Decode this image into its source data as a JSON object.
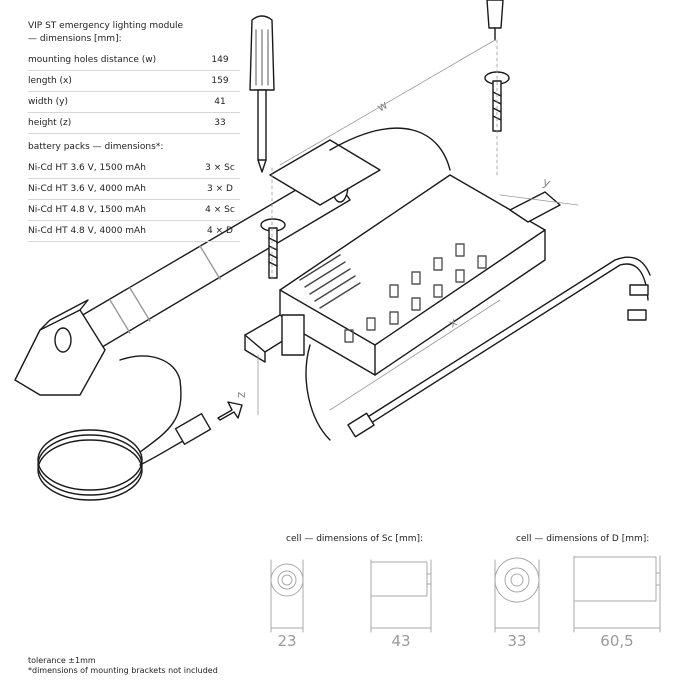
{
  "spec": {
    "title_line1": "VIP ST emergency lighting module",
    "title_line2": "— dimensions [mm]:",
    "dimensions": [
      {
        "label": "mounting holes distance (w)",
        "value": "149"
      },
      {
        "label": "length (x)",
        "value": "159"
      },
      {
        "label": "width (y)",
        "value": "41"
      },
      {
        "label": "height (z)",
        "value": "33"
      }
    ],
    "battery_title": "battery packs — dimensions*:",
    "battery_packs": [
      {
        "label": "Ni-Cd HT 3.6 V, 1500 mAh",
        "value": "3 × Sc"
      },
      {
        "label": "Ni-Cd HT 3.6 V, 4000 mAh",
        "value": "3 × D"
      },
      {
        "label": "Ni-Cd HT 4.8 V, 1500 mAh",
        "value": "4 × Sc"
      },
      {
        "label": "Ni-Cd HT 4.8 V, 4000 mAh",
        "value": "4 × D"
      }
    ]
  },
  "axis_labels": {
    "w": "w",
    "x": "x",
    "y": "y",
    "z": "z"
  },
  "cells": {
    "sc_title": "cell — dimensions of Sc [mm]:",
    "d_title": "cell — dimensions of D [mm]:",
    "sc_diameter": "23",
    "sc_length": "43",
    "d_diameter": "33",
    "d_length": "60,5"
  },
  "footer": {
    "tolerance": "tolerance ±1mm",
    "note": "*dimensions of mounting brackets not included"
  }
}
